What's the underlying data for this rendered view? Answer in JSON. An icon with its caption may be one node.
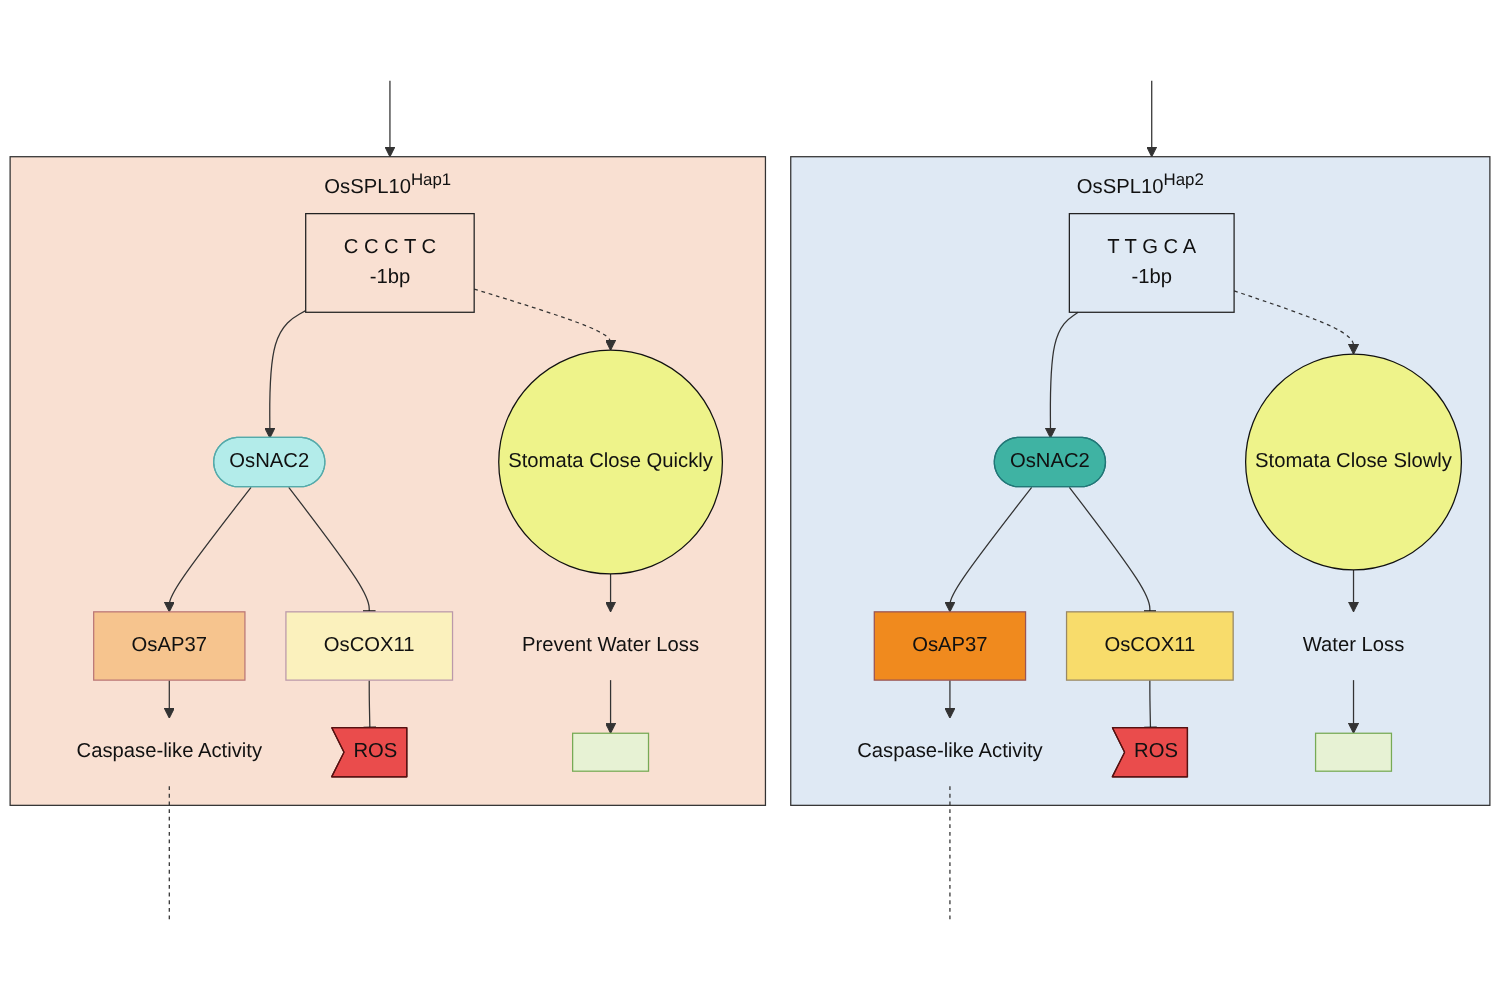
{
  "diagram": {
    "nodes": [
      {
        "text": [
          "OsSPL10$^{Hap1}$"
        ]
      },
      {
        "text": [
          "C C C T C",
          "-1bp"
        ],
        "in": 0
      },
      {
        "text": [
          "OsNAC2"
        ],
        "in": 0
      },
      {
        "text": [
          "Stomata Close Quickly"
        ],
        "in": 0
      },
      {
        "text": [
          "OsAP37"
        ],
        "in": 0
      },
      {
        "text": [
          "OsCOX11"
        ],
        "in": 0
      },
      {
        "text": [
          "Caspase-like Activity"
        ],
        "in": 0
      },
      {
        "text": [
          "ROS"
        ],
        "in": 0
      },
      {
        "text": [
          "Prevent Water Loss"
        ],
        "in": 0
      },
      {
        "text": [],
        "shape": "box",
        "in": 0
      },
      {
        "text": [
          "OsSPL10$^{Hap2}$"
        ]
      },
      {
        "text": [
          "T T G C A",
          "-1bp"
        ],
        "in": 10
      },
      {
        "text": [
          "OsNAC2"
        ],
        "in": 10
      },
      {
        "text": [
          "Stomata Close Slowly"
        ],
        "in": 10
      },
      {
        "text": [
          "OsAP37"
        ],
        "in": 10
      },
      {
        "text": [
          "OsCOX11"
        ],
        "in": 10
      },
      {
        "text": [
          "Caspase-like Activity"
        ],
        "in": 10
      },
      {
        "text": [
          "ROS"
        ],
        "in": 10
      },
      {
        "text": [
          "Water Loss"
        ],
        "in": 10
      },
      {
        "text": [],
        "shape": "box",
        "in": 10
      }
    ],
    "edges": [
      {
        "from": null,
        "to": 0,
        "arrow": "to"
      },
      {
        "from": null,
        "to": 10,
        "arrow": "to"
      },
      {
        "from": 1,
        "to": 2,
        "arrow": "to"
      },
      {
        "from": 1,
        "to": 3,
        "arrow": "to",
        "style": "dashed"
      },
      {
        "from": 2,
        "to": 4,
        "arrow": "to"
      },
      {
        "from": 2,
        "to": 5,
        "arrow": "other"
      },
      {
        "from": 4,
        "to": 6,
        "arrow": "to"
      },
      {
        "from": 5,
        "to": 7,
        "arrow": "other"
      },
      {
        "from": 6,
        "to": null,
        "arrow": "none",
        "style": "dashed"
      },
      {
        "from": 3,
        "to": 8,
        "arrow": "to"
      },
      {
        "from": 8,
        "to": 9,
        "arrow": "to"
      },
      {
        "from": 11,
        "to": 12,
        "arrow": "to"
      },
      {
        "from": 11,
        "to": 13,
        "arrow": "to",
        "style": "dashed"
      },
      {
        "from": 12,
        "to": 14,
        "arrow": "to"
      },
      {
        "from": 12,
        "to": 15,
        "arrow": "other"
      },
      {
        "from": 14,
        "to": 16,
        "arrow": "to"
      },
      {
        "from": 15,
        "to": 17,
        "arrow": "other"
      },
      {
        "from": 16,
        "to": null,
        "arrow": "none",
        "style": "dashed"
      },
      {
        "from": 13,
        "to": 18,
        "arrow": "to"
      },
      {
        "from": 18,
        "to": 19,
        "arrow": "to"
      }
    ]
  }
}
